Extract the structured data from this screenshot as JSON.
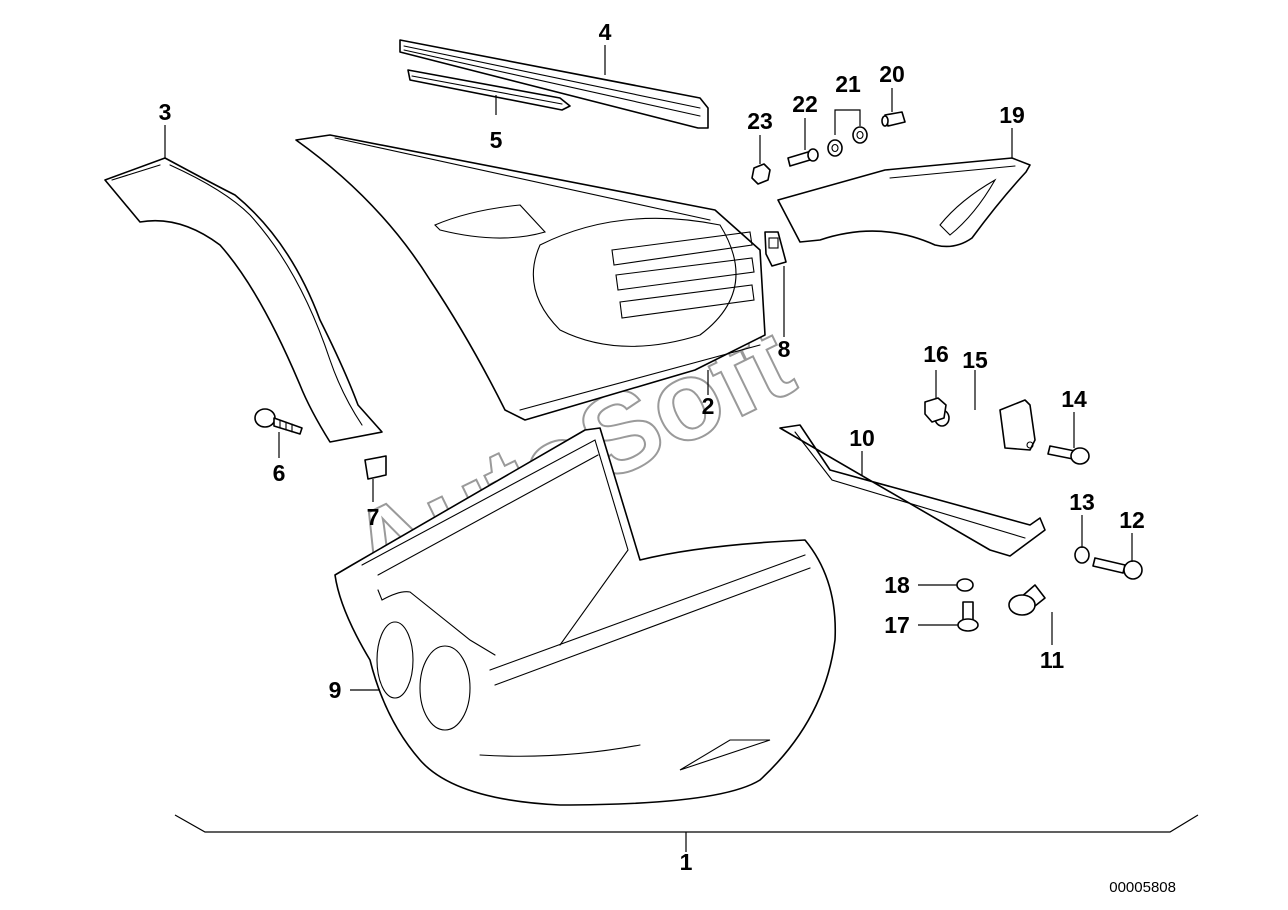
{
  "diagram": {
    "drawing_code": "00005808",
    "watermark": "AutoSoft",
    "parts": [
      {
        "id": "1"
      },
      {
        "id": "2"
      },
      {
        "id": "3"
      },
      {
        "id": "4"
      },
      {
        "id": "5"
      },
      {
        "id": "6"
      },
      {
        "id": "7"
      },
      {
        "id": "8"
      },
      {
        "id": "9"
      },
      {
        "id": "10"
      },
      {
        "id": "11"
      },
      {
        "id": "12"
      },
      {
        "id": "13"
      },
      {
        "id": "14"
      },
      {
        "id": "15"
      },
      {
        "id": "16"
      },
      {
        "id": "17"
      },
      {
        "id": "18"
      },
      {
        "id": "19"
      },
      {
        "id": "20"
      },
      {
        "id": "21"
      },
      {
        "id": "22"
      },
      {
        "id": "23"
      }
    ]
  }
}
